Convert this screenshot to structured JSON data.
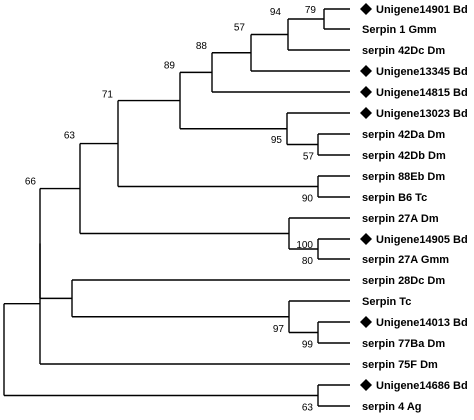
{
  "tree": {
    "type": "phylogenetic-tree",
    "leaves": [
      {
        "label": "Unigene14901 Bd",
        "marker": "diamond-icon"
      },
      {
        "label": "Serpin 1 Gmm",
        "marker": null
      },
      {
        "label": "serpin 42Dc Dm",
        "marker": null
      },
      {
        "label": "Unigene13345 Bd",
        "marker": "diamond-icon"
      },
      {
        "label": "Unigene14815 Bd",
        "marker": "diamond-icon"
      },
      {
        "label": "Unigene13023 Bd",
        "marker": "diamond-icon"
      },
      {
        "label": "serpin 42Da Dm",
        "marker": null
      },
      {
        "label": "serpin 42Db Dm",
        "marker": null
      },
      {
        "label": "serpin 88Eb Dm",
        "marker": null
      },
      {
        "label": "serpin B6 Tc",
        "marker": null
      },
      {
        "label": "serpin 27A Dm",
        "marker": null
      },
      {
        "label": "Unigene14905 Bd",
        "marker": "diamond-icon"
      },
      {
        "label": "serpin 27A Gmm",
        "marker": null
      },
      {
        "label": "serpin 28Dc Dm",
        "marker": null
      },
      {
        "label": "Serpin Tc",
        "marker": null
      },
      {
        "label": "Unigene14013 Bd",
        "marker": "diamond-icon"
      },
      {
        "label": "serpin 77Ba Dm",
        "marker": null
      },
      {
        "label": "serpin 75F Dm",
        "marker": null
      },
      {
        "label": "Unigene14686 Bd",
        "marker": "diamond-icon"
      },
      {
        "label": "serpin 4 Ag",
        "marker": null
      }
    ],
    "bootstrap_values": [
      "79",
      "94",
      "57",
      "88",
      "89",
      "95",
      "57",
      "71",
      "90",
      "63",
      "100",
      "80",
      "66",
      "97",
      "99",
      "63"
    ],
    "colors": {
      "line": "#000000",
      "text": "#000000",
      "background": "#ffffff"
    }
  }
}
